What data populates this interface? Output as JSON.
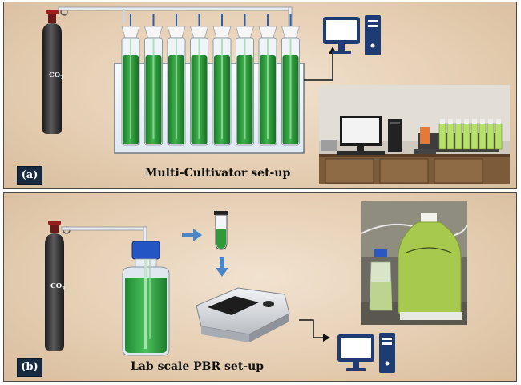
{
  "panel_a": {
    "label": "(a)",
    "caption": "Multi-Cultivator set-up",
    "co2": {
      "text": "CO",
      "sub": "2"
    },
    "tube_count": 8
  },
  "panel_b": {
    "label": "(b)",
    "caption": "Lab scale PBR set-up",
    "co2": {
      "text": "CO",
      "sub": "2"
    }
  },
  "icons": [
    "co2-cylinder-icon",
    "computer-icon",
    "spectrophotometer-icon",
    "culture-bottle-icon",
    "test-tube-icon",
    "arrow-icon"
  ],
  "colors": {
    "panel_bg": "#e6cfb4",
    "label_bg": "#172a3f",
    "culture_green": "#2e9a3a",
    "computer_blue": "#1f3b73"
  }
}
